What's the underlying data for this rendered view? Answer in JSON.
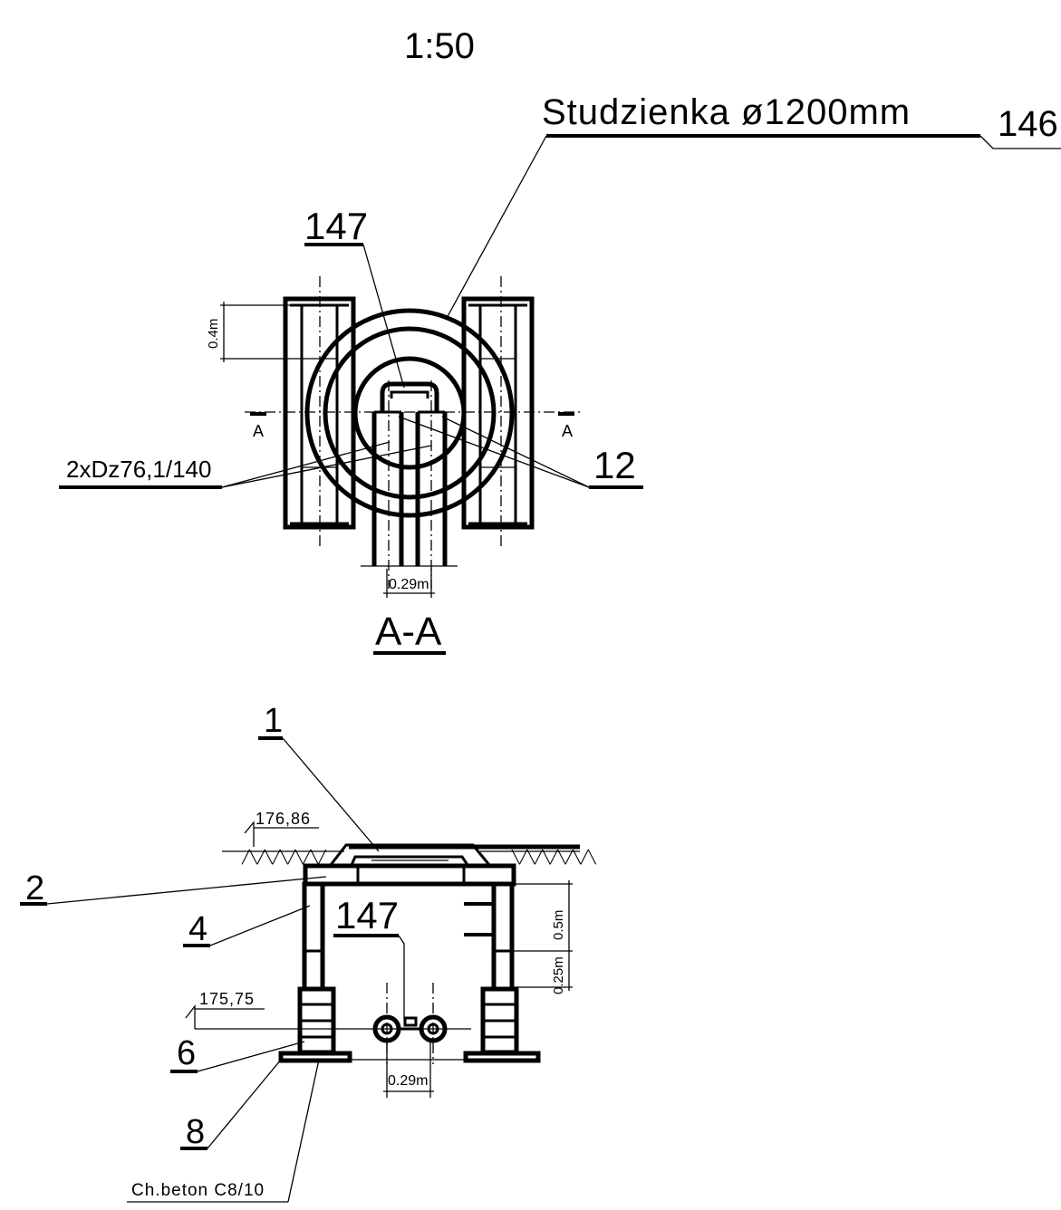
{
  "scale": "1:50",
  "plan_view": {
    "manhole_label": "Studzienka ø1200mm",
    "manhole_ref": "146",
    "pipe_ref": "147",
    "pipe_spec": "2xDz76,1/140",
    "detail_ref": "12",
    "dim_height": "0.4m",
    "dim_pipe_spacing": "0.29m",
    "section_mark_left": "A",
    "section_mark_right": "A"
  },
  "section_view": {
    "title": "A-A",
    "refs": {
      "cover": "1",
      "slab": "2",
      "ring": "4",
      "base_ring": "6",
      "footing": "8",
      "pipe": "147"
    },
    "level_top": "176,86",
    "level_pipe": "175,75",
    "dim_upper": "0.5m",
    "dim_lower": "0.25m",
    "dim_pipe_spacing": "0.29m",
    "concrete_note": "Ch.beton C8/10"
  }
}
